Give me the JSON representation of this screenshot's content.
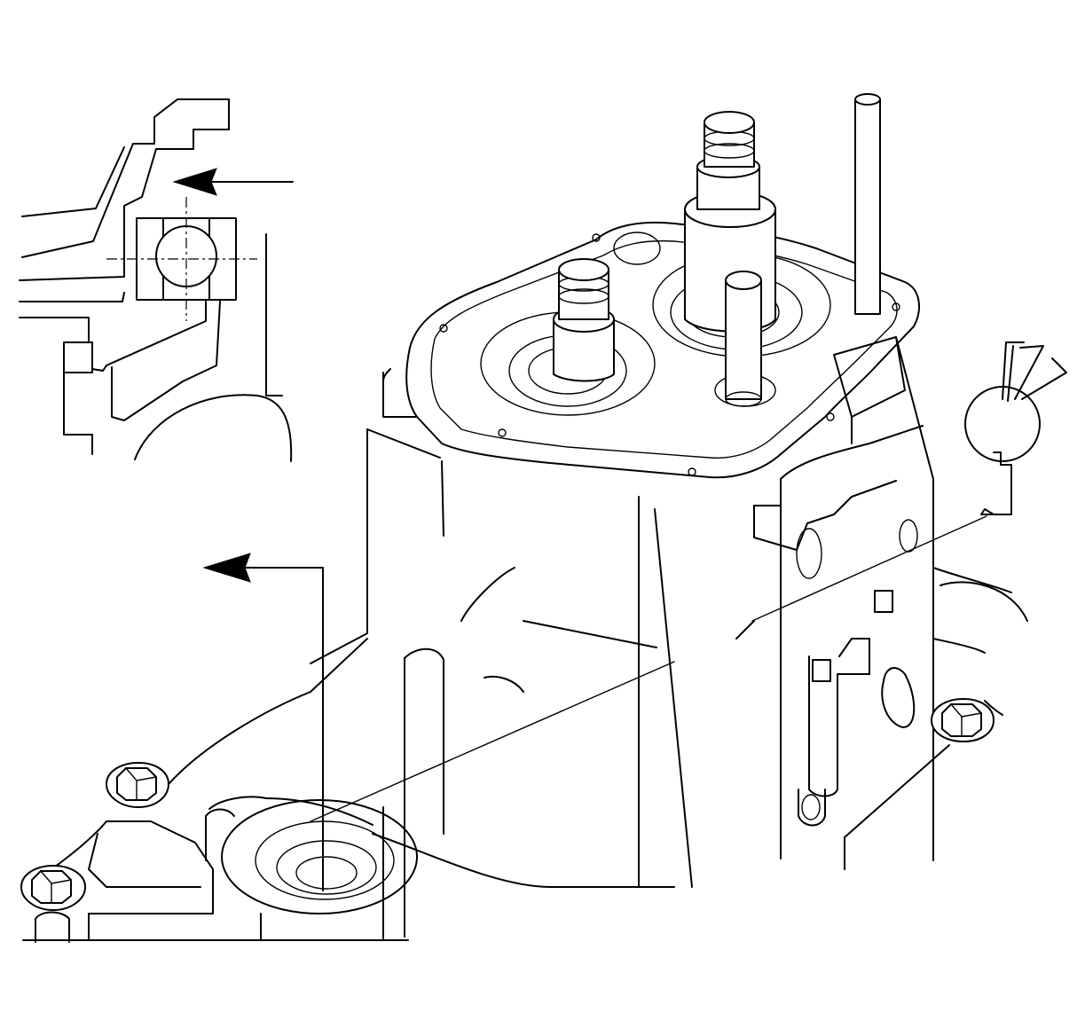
{
  "figure": {
    "type": "technical line illustration",
    "stroke_color": "#000000",
    "background_color": "#ffffff",
    "components": [
      "inset-detail-view",
      "transmission-case",
      "shaft-stud-large",
      "shaft-stud-small",
      "shift-rail-pin",
      "snap-ring-tool-callout",
      "indicator-arrow",
      "hex-bolt"
    ]
  }
}
